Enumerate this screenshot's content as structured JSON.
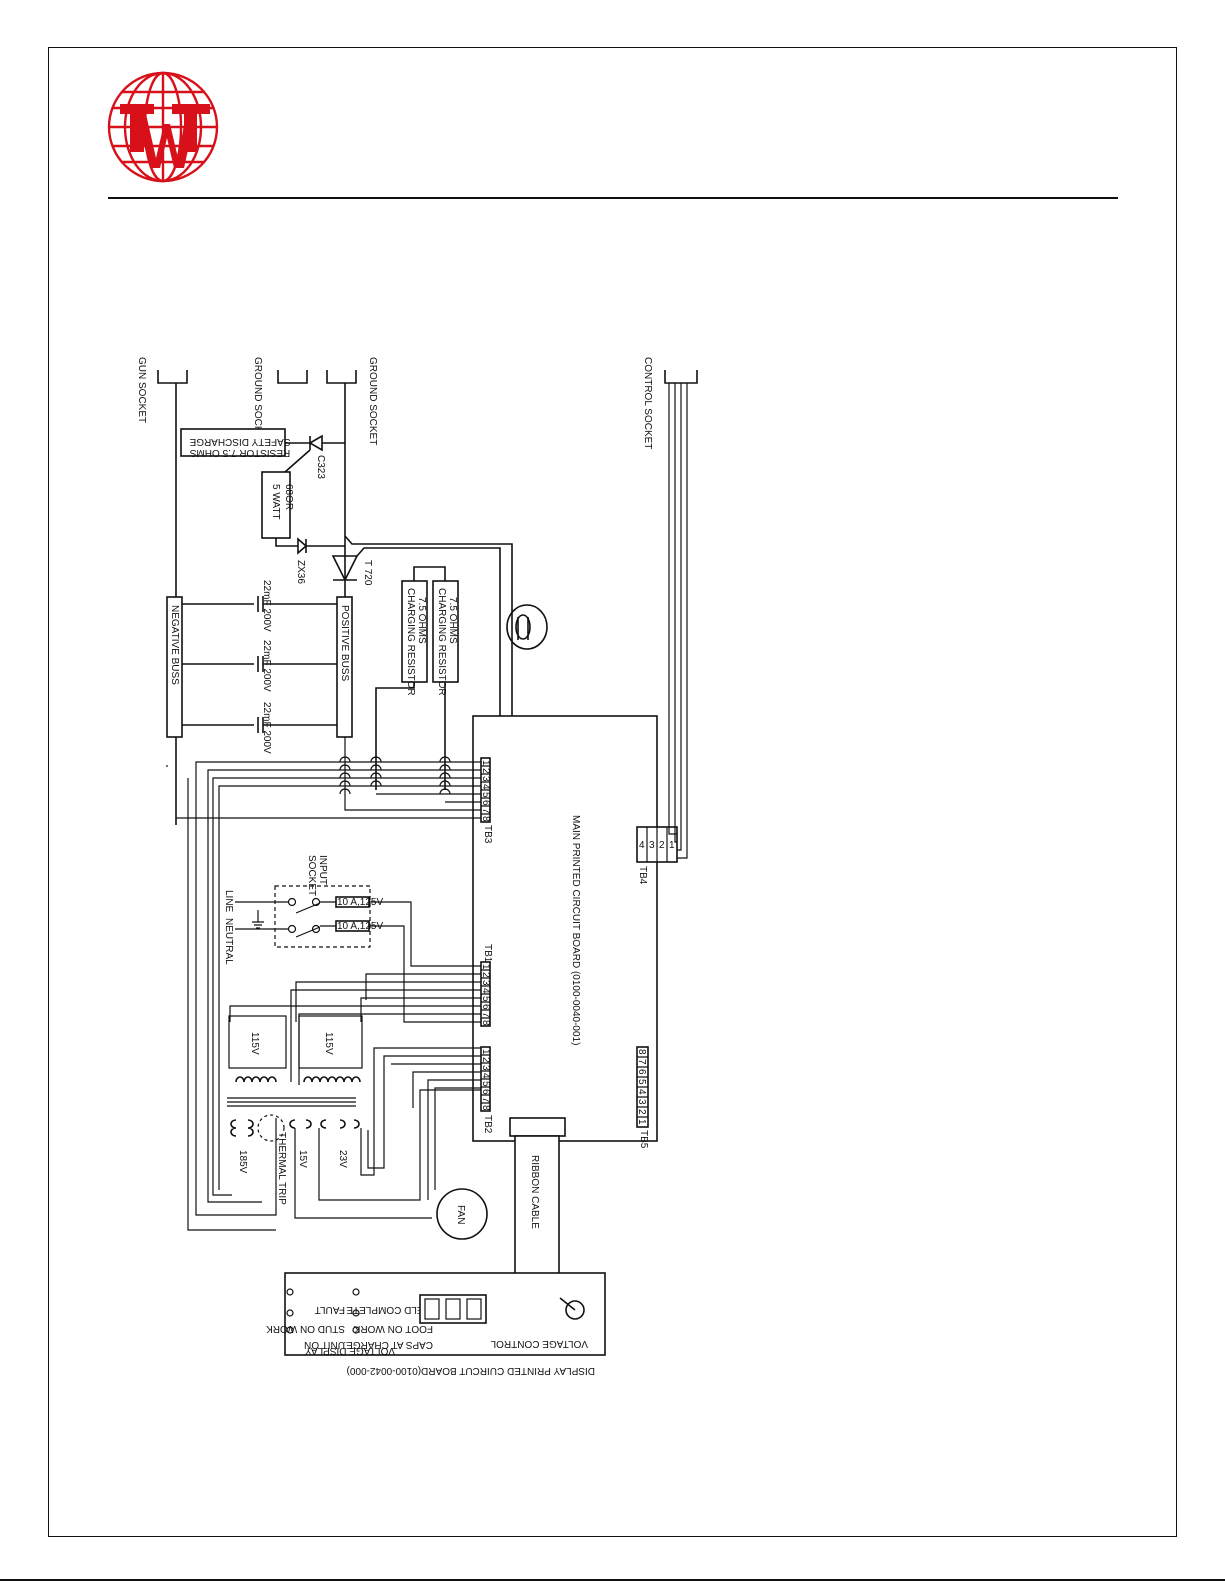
{
  "colors": {
    "logo_red": "#d8101a",
    "line": "#111111"
  },
  "logo": {
    "letters": "IWT"
  },
  "labels": {
    "gun_socket": "GUN SOCKET",
    "ground_socket_1": "GROUND SOCKET",
    "ground_socket_2": "GROUND SOCKET",
    "control_socket": "CONTROL SOCKET",
    "safety_resistor_1": "SAFETY DISCHARGE",
    "safety_resistor_2": "RESISTOR 7.5 OHMS",
    "c323": "C323",
    "r68_1": "68OR",
    "r68_2": "5 WATT",
    "zx36": "ZX36",
    "t720": "T 720",
    "cap_1": "22mF 200V",
    "cap_2": "22mF 200V",
    "cap_3": "22mF 200V",
    "negative_buss": "NEGATIVE          BUSS",
    "positive_buss": "POSITIVE          BUSS",
    "charging_resistor_a1": "CHARGING RESISTOR",
    "charging_resistor_a2": "7.5 OHMS",
    "charging_resistor_b1": "CHARGING RESISTOR",
    "charging_resistor_b2": "7.5 OHMS",
    "main_pcb": "MAIN PRINTED CIRCUIT BOARD (0100-0040-001)",
    "tb3": "TB3",
    "tb4": "TB4",
    "tb1": "TB1",
    "tb2": "TB2",
    "tb5": "TB5",
    "input_socket_1": "INPUT",
    "input_socket_2": "SOCKET",
    "fuse_1": "10 A,125V",
    "fuse_2": "10 A,125V",
    "line": "LINE",
    "neutral": "NEUTRAL",
    "xfmr_115_a": "115V",
    "xfmr_115_b": "115V",
    "xfmr_185": "185V",
    "thermal_trip": "THERMAL TRIP",
    "xfmr_15": "15V",
    "xfmr_23": "23V",
    "fan": "FAN",
    "ribbon_cable": "RIBBON CABLE",
    "voltage_control": "VOLTAGE CONTROL",
    "voltage_display": "VOLTAGE DISPLAY",
    "fault": "FAULT",
    "unit_on": "UNIT ON",
    "caps_at_charge": "CAPS AT CHARGE.",
    "weld_complete": "WELD COMPLETE",
    "foot_on_work": "FOOT ON WORK",
    "stud_on_work": "STUD ON WORK",
    "display_pcb": "DISPLAY PRINTED CUIRCUT BOARD(0100-0042-000)"
  },
  "terminals": {
    "tb3": [
      "1",
      "2",
      "3",
      "4",
      "5",
      "6",
      "7",
      "8"
    ],
    "tb1": [
      "1",
      "2",
      "3",
      "4",
      "5",
      "6",
      "7",
      "8"
    ],
    "tb2": [
      "1",
      "2",
      "3",
      "4",
      "5",
      "6",
      "7",
      "8"
    ],
    "tb4": [
      "4",
      "3",
      "2",
      "1"
    ],
    "tb5": [
      "8",
      "7",
      "6",
      "5",
      "4",
      "3",
      "2",
      "1"
    ]
  }
}
